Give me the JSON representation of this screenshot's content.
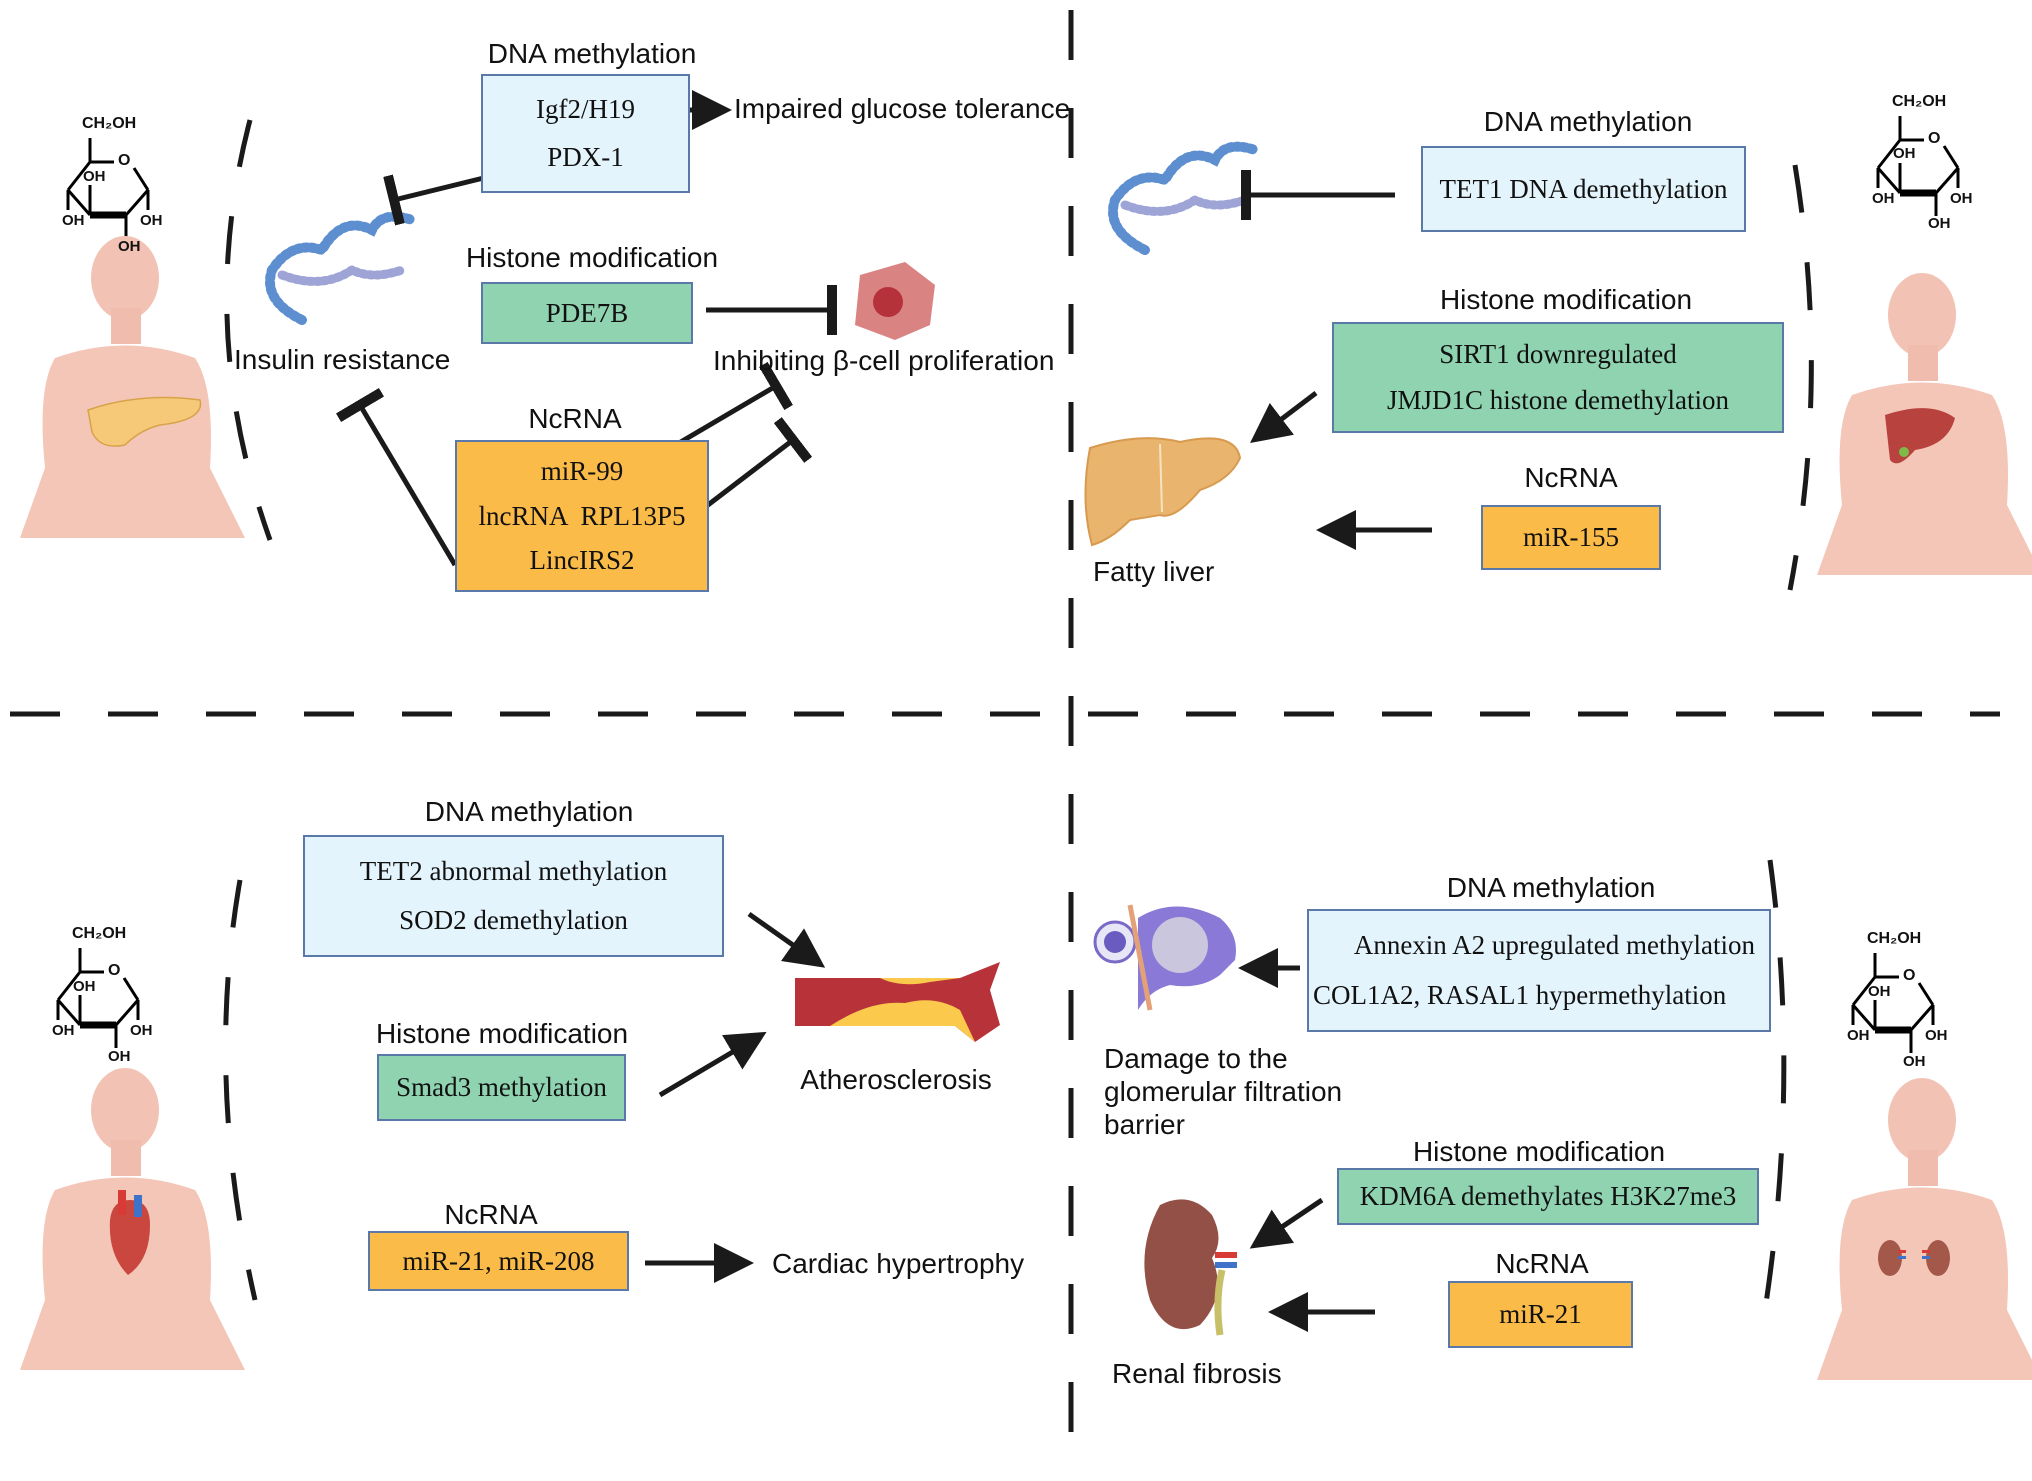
{
  "panels": {
    "pancreas": {
      "dna_title": "DNA methylation",
      "dna_items": [
        "Igf2/H19",
        "PDX-1"
      ],
      "histone_title": "Histone modification",
      "histone_items": [
        "PDE7B"
      ],
      "ncrna_title": "NcRNA",
      "ncrna_items": [
        "miR-99",
        "lncRNA  RPL13P5",
        "LincIRS2"
      ],
      "outcomes": {
        "glucose": "Impaired glucose tolerance",
        "insulin": "Insulin resistance",
        "beta_cell": "Inhibiting β-cell proliferation"
      }
    },
    "liver": {
      "dna_title": "DNA methylation",
      "dna_items": [
        "TET1 DNA demethylation"
      ],
      "histone_title": "Histone modification",
      "histone_items": [
        "SIRT1 downregulated",
        "JMJD1C histone demethylation"
      ],
      "ncrna_title": "NcRNA",
      "ncrna_items": [
        "miR-155"
      ],
      "outcomes": {
        "fatty_liver": "Fatty liver"
      }
    },
    "heart": {
      "dna_title": "DNA methylation",
      "dna_items": [
        "TET2 abnormal methylation",
        "SOD2 demethylation"
      ],
      "histone_title": "Histone modification",
      "histone_items": [
        "Smad3 methylation"
      ],
      "ncrna_title": "NcRNA",
      "ncrna_items": [
        "miR-21, miR-208"
      ],
      "outcomes": {
        "athero": "Atherosclerosis",
        "cardiac": "Cardiac hypertrophy"
      }
    },
    "kidney": {
      "dna_title": "DNA methylation",
      "dna_items": [
        "Annexin A2 upregulated methylation",
        "COL1A2, RASAL1 hypermethylation"
      ],
      "histone_title": "Histone modification",
      "histone_items": [
        "KDM6A demethylates H3K27me3"
      ],
      "ncrna_title": "NcRNA",
      "ncrna_items": [
        "miR-21"
      ],
      "outcomes": {
        "glomerular": "Damage to the glomerular filtration barrier",
        "renal": "Renal fibrosis"
      }
    }
  },
  "glucose_structure": {
    "top": "CH₂OH",
    "ring_o": "O",
    "oh": "OH"
  },
  "colors": {
    "dna_box": "#e4f4fc",
    "histone_box": "#8fd3b0",
    "ncrna_box": "#fbbb48",
    "box_border": "#5b79a8",
    "arrow": "#1a1a1a"
  }
}
